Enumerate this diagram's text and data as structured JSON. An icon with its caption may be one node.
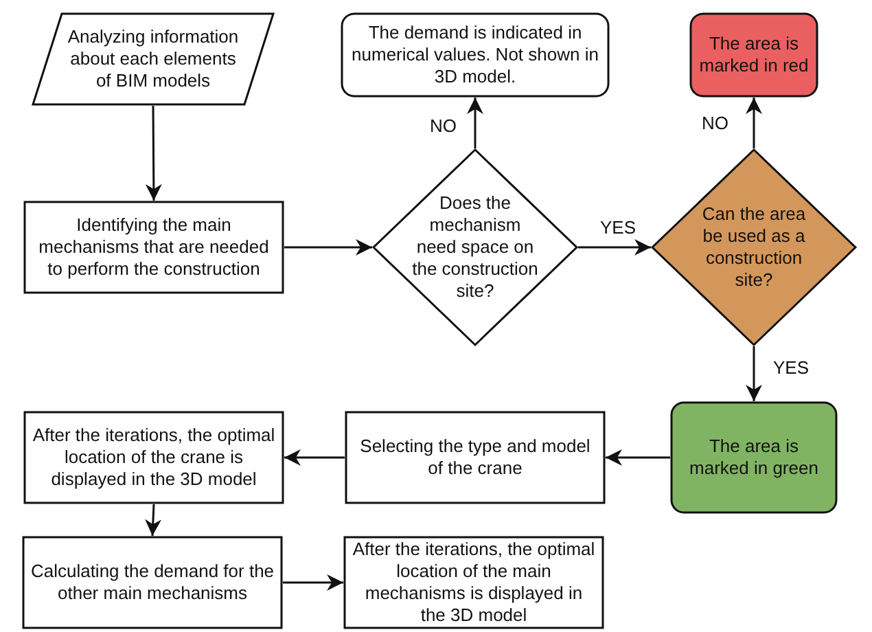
{
  "diagram": {
    "nodes": [
      {
        "text": [
          "Analyzing information about each elements of BIM models"
        ]
      },
      {
        "text": [
          "Identifying the main mechanisms that are needed to perform the construction"
        ]
      },
      {
        "text": [
          "Does the mechanism need space on the construction site?"
        ]
      },
      {
        "text": [
          "The demand is indicated in numerical values. Not shown in 3D model."
        ]
      },
      {
        "text": [
          "The area is marked in red"
        ]
      },
      {
        "text": [
          "Can the area be used as a construction site?"
        ]
      },
      {
        "text": [
          "The area is marked in green"
        ]
      },
      {
        "text": [
          "Selecting the type and model of the crane"
        ]
      },
      {
        "text": [
          "After the iterations, the optimal location of the crane is displayed in the 3D model"
        ]
      },
      {
        "text": [
          "Calculating the demand for the other main mechanisms"
        ]
      },
      {
        "text": [
          "After the iterations, the optimal location of the main mechanisms is displayed in the 3D model"
        ]
      }
    ],
    "edges": [
      {
        "from": 0,
        "to": 1,
        "arrow": "to"
      },
      {
        "from": 1,
        "to": 2,
        "arrow": "to"
      },
      {
        "from": 2,
        "to": 3,
        "arrow": "to",
        "label": "NO"
      },
      {
        "from": 2,
        "to": 5,
        "arrow": "to",
        "label": "YES"
      },
      {
        "from": 5,
        "to": 4,
        "arrow": "to",
        "label": "NO"
      },
      {
        "from": 5,
        "to": 6,
        "arrow": "to",
        "label": "YES"
      },
      {
        "from": 6,
        "to": 7,
        "arrow": "to"
      },
      {
        "from": 7,
        "to": 8,
        "arrow": "to"
      },
      {
        "from": 8,
        "to": 9,
        "arrow": "to"
      },
      {
        "from": 9,
        "to": 10,
        "arrow": "to"
      }
    ]
  }
}
